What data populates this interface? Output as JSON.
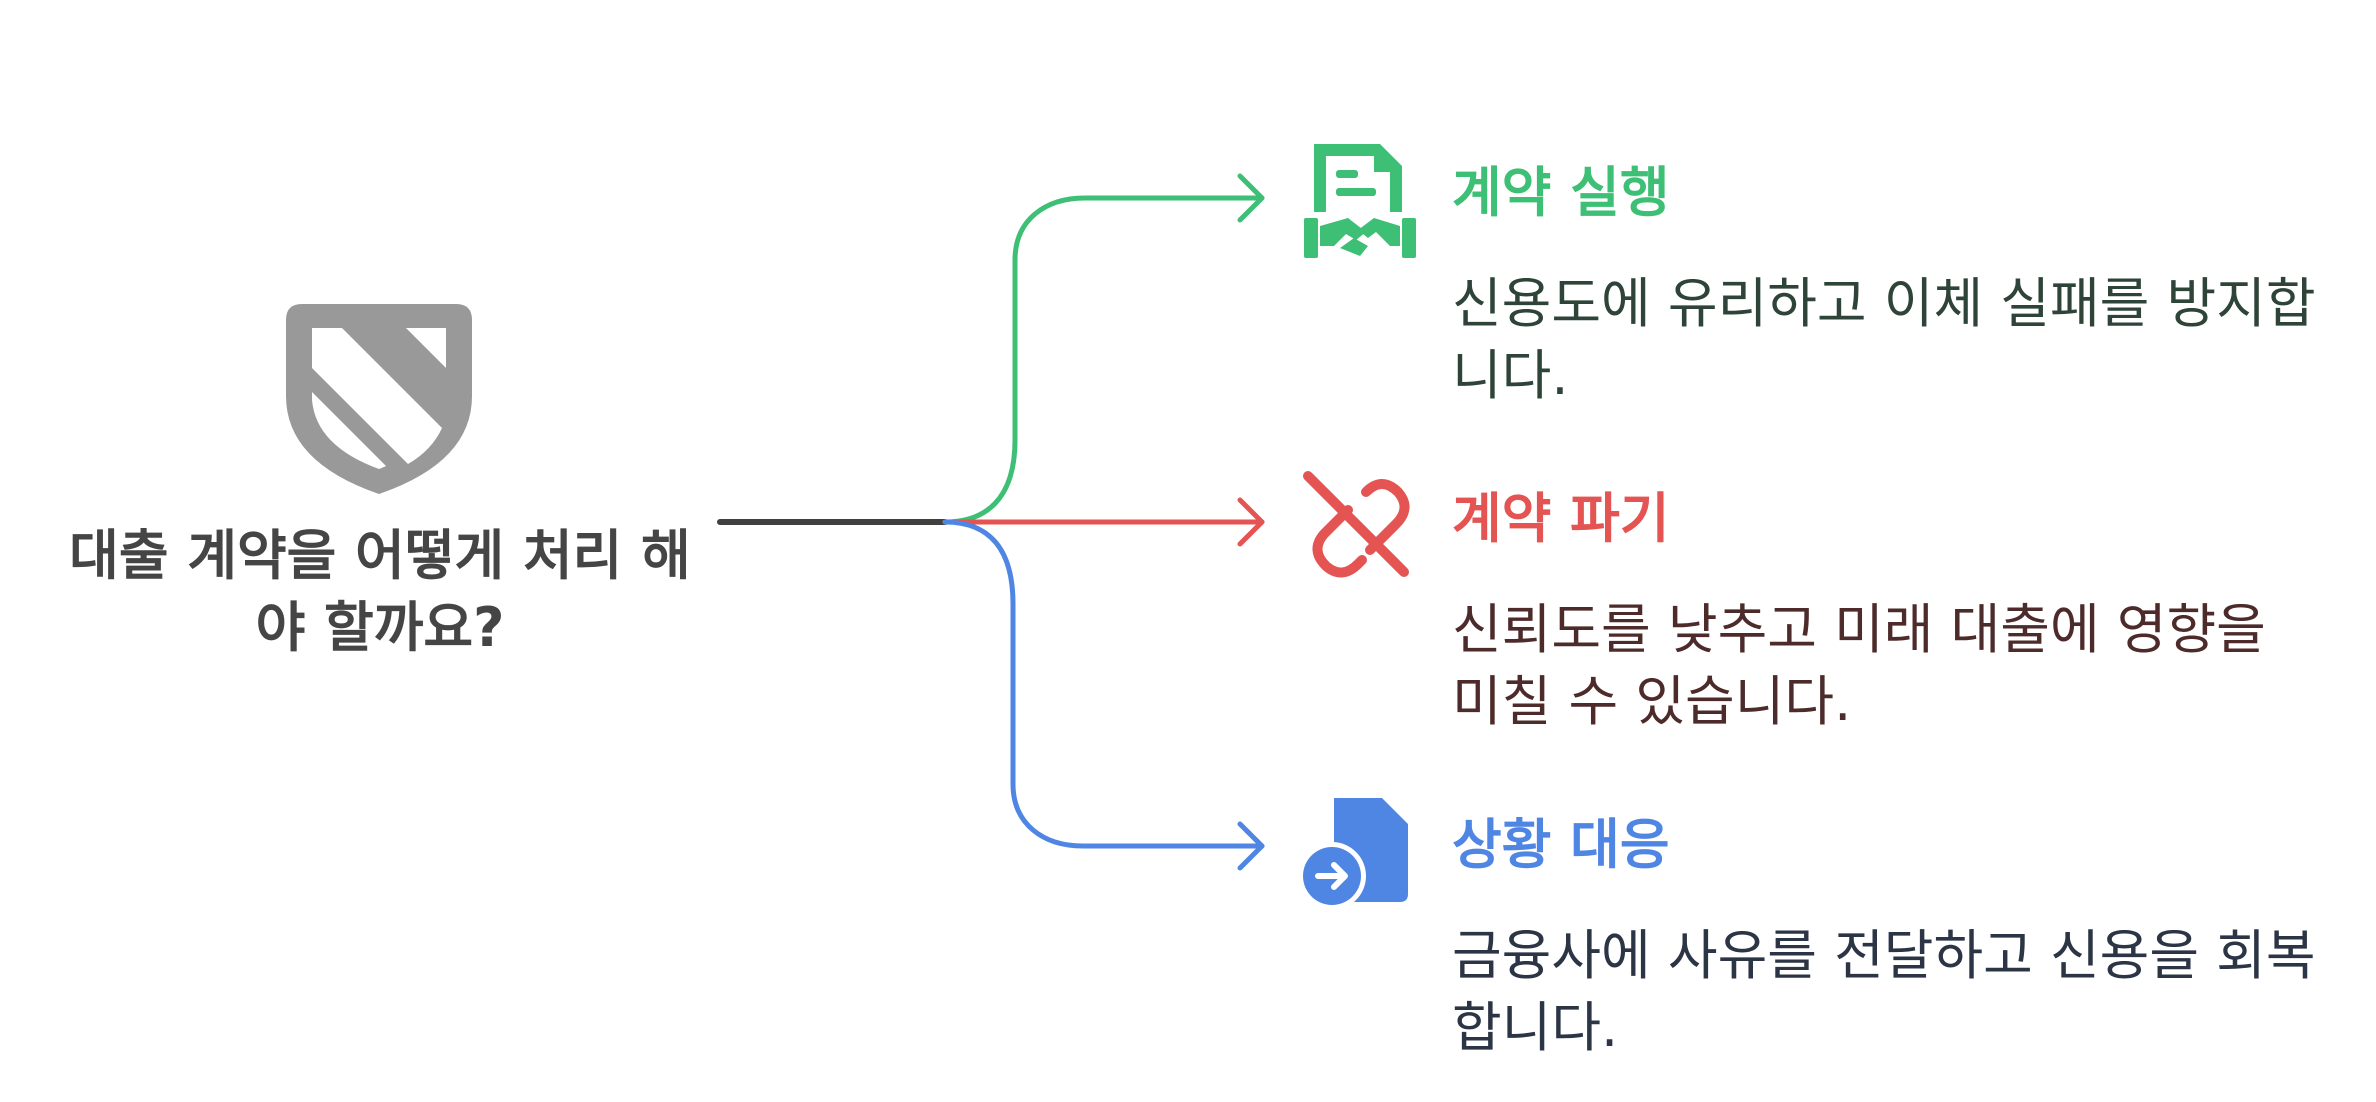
{
  "colors": {
    "trunk": "#404040",
    "central_icon": "#999999",
    "question_text": "#454545",
    "branch_1": "#3dbf75",
    "branch_2": "#e35452",
    "branch_3": "#4f86e4",
    "desc_1": "#2f4438",
    "desc_2": "#4d2b2b",
    "desc_3": "#2c3545"
  },
  "central": {
    "icon": "shield-slash-icon",
    "question": "대출 계약을 어떻게 처리 해야 할까요?"
  },
  "branches": [
    {
      "icon": "document-handshake-icon",
      "title": "계약 실행",
      "description": "신용도에 유리하고 이체 실패를 방지합니다."
    },
    {
      "icon": "broken-link-icon",
      "title": "계약 파기",
      "description": "신뢰도를 낮추고 미래 대출에 영향을 미칠 수 있습니다."
    },
    {
      "icon": "file-forward-icon",
      "title": "상황 대응",
      "description": "금융사에 사유를 전달하고 신용을 회복합니다."
    }
  ]
}
